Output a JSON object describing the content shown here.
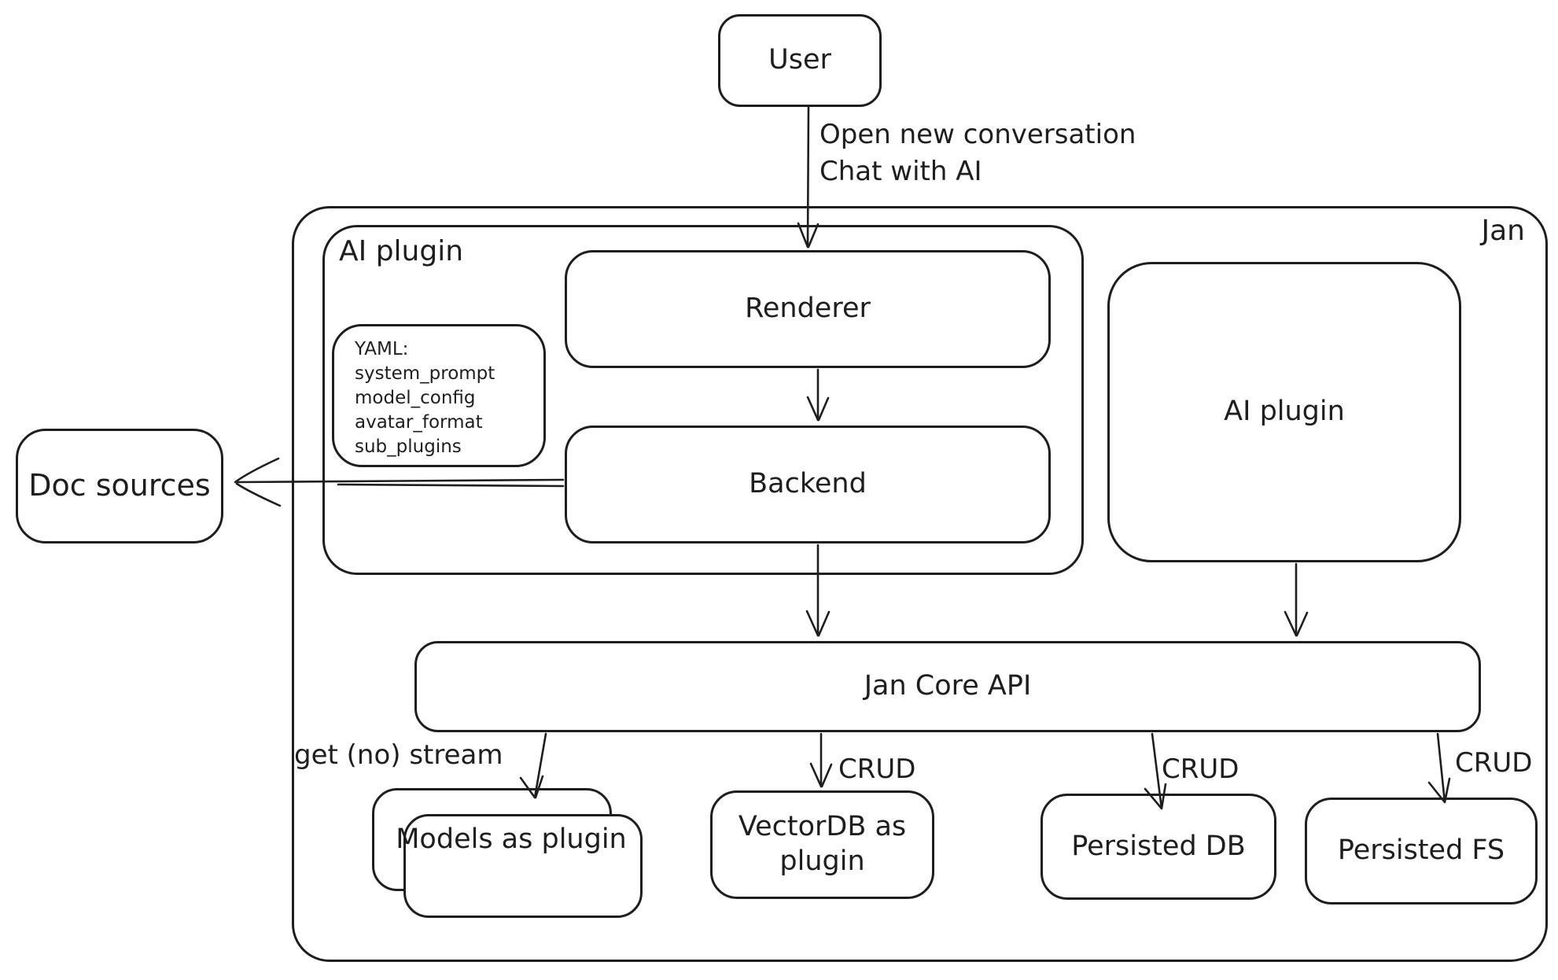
{
  "colors": {
    "stroke": "#1e1e1e",
    "background": "#ffffff"
  },
  "outer": {
    "label": "Jan"
  },
  "nodes": {
    "user": {
      "label": "User"
    },
    "ai_plugin_container": {
      "label": "AI plugin"
    },
    "renderer": {
      "label": "Renderer"
    },
    "backend": {
      "label": "Backend"
    },
    "yaml_note": {
      "lines": [
        "YAML:",
        "system_prompt",
        "model_config",
        "avatar_format",
        "sub_plugins"
      ]
    },
    "ai_plugin_right": {
      "label": "AI plugin"
    },
    "doc_sources": {
      "label": "Doc sources"
    },
    "jan_core_api": {
      "label": "Jan Core API"
    },
    "models_as_plugin": {
      "label": "Models as plugin"
    },
    "vectordb_as_plugin": {
      "label": "VectorDB as plugin"
    },
    "persisted_db": {
      "label": "Persisted DB"
    },
    "persisted_fs": {
      "label": "Persisted FS"
    }
  },
  "edges": {
    "user_to_renderer": {
      "label": "Open new conversation\nChat with AI"
    },
    "core_to_models": {
      "label": "get (no) stream"
    },
    "core_to_vectordb": {
      "label": "CRUD"
    },
    "core_to_persisted_db": {
      "label": "CRUD"
    },
    "core_to_persisted_fs": {
      "label": "CRUD"
    }
  }
}
